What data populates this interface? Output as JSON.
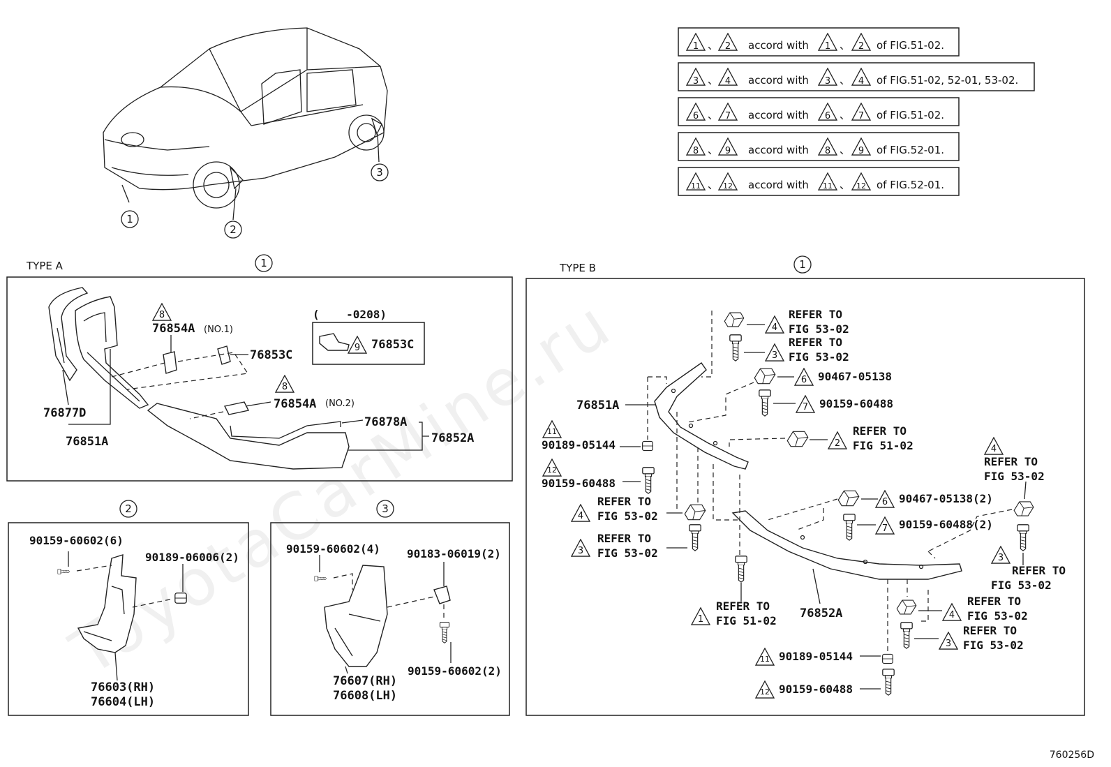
{
  "watermark": "ToyotaCarMine.ru",
  "figure_code": "760256D",
  "overview": {
    "callouts": [
      "1",
      "2",
      "3"
    ]
  },
  "legend": {
    "accord_with": "accord with",
    "rows": [
      {
        "a": "1",
        "b": "2",
        "c": "1",
        "d": "2",
        "sep": "、",
        "fig": "of FIG.51-02."
      },
      {
        "a": "3",
        "b": "4",
        "c": "3",
        "d": "4",
        "sep": "、",
        "fig": "of FIG.51-02, 52-01, 53-02."
      },
      {
        "a": "6",
        "b": "7",
        "c": "6",
        "d": "7",
        "sep": "、",
        "fig": "of FIG.51-02."
      },
      {
        "a": "8",
        "b": "9",
        "c": "8",
        "d": "9",
        "sep": "、",
        "fig": "of FIG.52-01."
      },
      {
        "a": "11",
        "b": "12",
        "c": "11",
        "d": "12",
        "sep": "、",
        "fig": "of FIG.52-01."
      }
    ]
  },
  "type_a": {
    "title": "TYPE A",
    "callout": "1",
    "parts": {
      "p76877D": "76877D",
      "p76851A": "76851A",
      "p76854A_no1": "76854A",
      "no1": "(NO.1)",
      "p76853C": "76853C",
      "p76854A_no2": "76854A",
      "no2": "(NO.2)",
      "p76878A": "76878A",
      "p76852A": "76852A",
      "tri_8": "8",
      "inset_range": "(    -0208)",
      "inset_tri": "9",
      "inset_part": "76853C"
    }
  },
  "box2": {
    "callout": "2",
    "screw": "90159-60602(6)",
    "nut": "90189-06006(2)",
    "rh": "76603(RH)",
    "lh": "76604(LH)"
  },
  "box3": {
    "callout": "3",
    "screw": "90159-60602(4)",
    "clip": "90183-06019(2)",
    "screw2": "90159-60602(2)",
    "rh": "76607(RH)",
    "lh": "76608(LH)"
  },
  "type_b": {
    "title": "TYPE B",
    "callout": "1",
    "refer_to": "REFER TO",
    "fig_53_02": "FIG 53-02",
    "fig_51_02": "FIG 51-02",
    "p76851A": "76851A",
    "p76852A": "76852A",
    "p90467": "90467-05138",
    "p90467_2": "90467-05138(2)",
    "p90159": "90159-60488",
    "p90159_2": "90159-60488(2)",
    "p90189": "90189-05144",
    "tri": {
      "t1": "1",
      "t2": "2",
      "t3": "3",
      "t4": "4",
      "t6": "6",
      "t7": "7",
      "t11": "11",
      "t12": "12"
    }
  }
}
